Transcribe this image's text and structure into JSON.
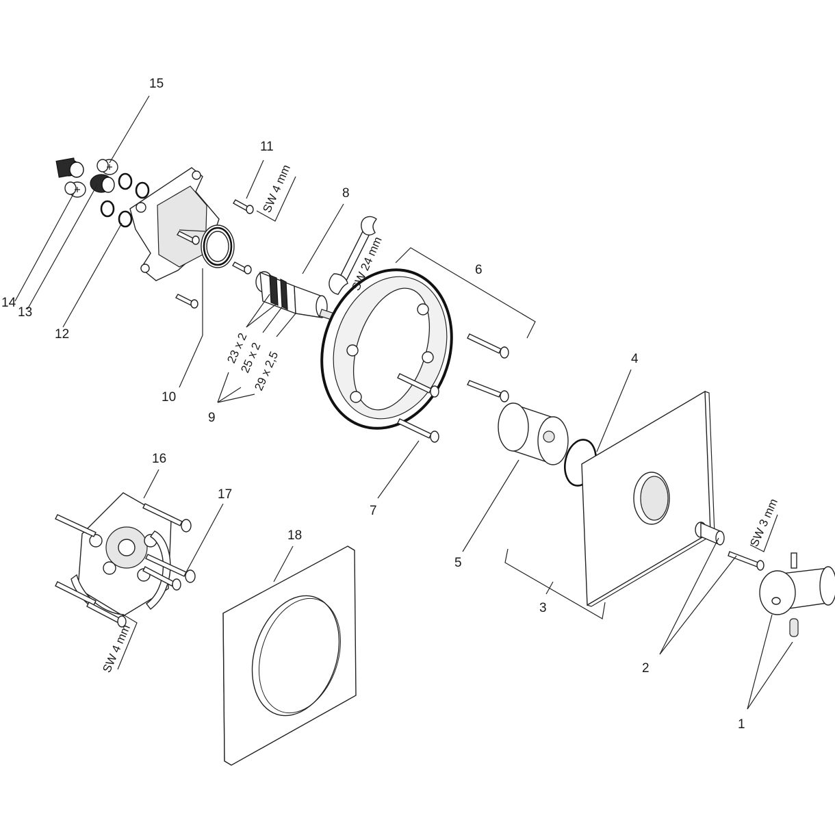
{
  "diagram": {
    "part_labels": {
      "p1": "1",
      "p2": "2",
      "p3": "3",
      "p4": "4",
      "p5": "5",
      "p6": "6",
      "p7": "7",
      "p8": "8",
      "p9": "9",
      "p10": "10",
      "p11": "11",
      "p12": "12",
      "p13": "13",
      "p14": "14",
      "p15": "15",
      "p16": "16",
      "p17": "17",
      "p18": "18"
    },
    "tool_labels": {
      "hex_key_11": "SW 4 mm",
      "wrench_8": "SW 24 mm",
      "hex_key_2": "SW 3 mm",
      "hex_key_16": "SW 4 mm"
    },
    "oring_labels": {
      "o1": "23 x 2",
      "o2": "25 x 2",
      "o3": "29 x 2,5"
    }
  }
}
